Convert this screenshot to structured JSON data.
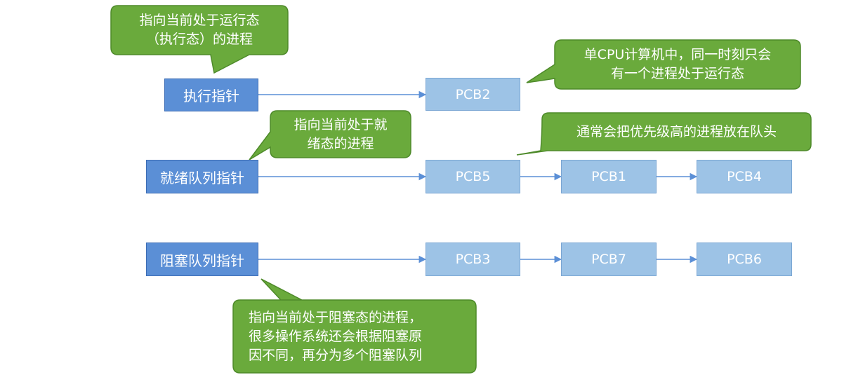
{
  "pointers": {
    "running": "执行指针",
    "ready": "就绪队列指针",
    "blocked": "阻塞队列指针"
  },
  "pcbs": {
    "running": [
      "PCB2"
    ],
    "ready": [
      "PCB5",
      "PCB1",
      "PCB4"
    ],
    "blocked": [
      "PCB3",
      "PCB7",
      "PCB6"
    ]
  },
  "callouts": {
    "running_pointer": [
      "指向当前处于运行态",
      "（执行态）的进程"
    ],
    "single_cpu": [
      "单CPU计算机中，同一时刻只会",
      "有一个进程处于运行态"
    ],
    "ready_pointer": [
      "指向当前处于就",
      "绪态的进程"
    ],
    "queue_head": [
      "通常会把优先级高的进程放在队头"
    ],
    "blocked_pointer": [
      "指向当前处于阻塞态的进程，",
      "很多操作系统还会根据阻塞原",
      "因不同，再分为多个阻塞队列"
    ]
  },
  "colors": {
    "pointer_box": "#5b8fd6",
    "pcb_box": "#9dc3e6",
    "callout": "#6aaa3c",
    "arrow": "#5b8fd6"
  }
}
